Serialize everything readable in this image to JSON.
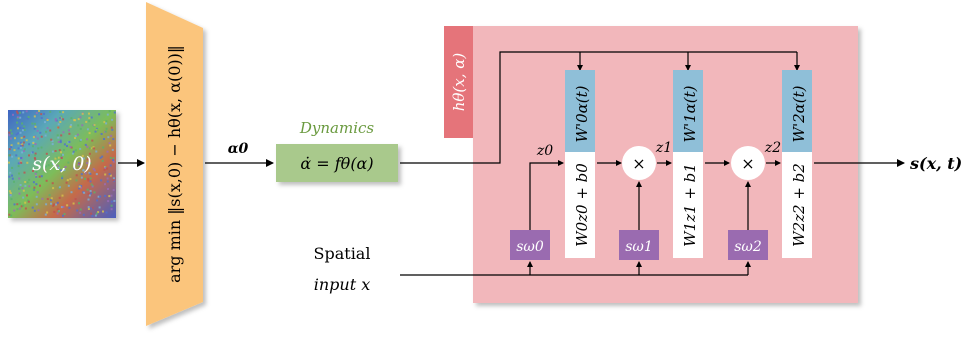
{
  "diagram": {
    "input_field": {
      "label": "s(x, 0)",
      "colors": [
        "#4f6fd0",
        "#59b36a",
        "#d8c44a",
        "#c0504d",
        "#7bb0d8",
        "#9a6bb8"
      ]
    },
    "encoder": {
      "text": "arg min ‖s(x,0) − hθ(x, α(0))‖",
      "color": "#fbc57c"
    },
    "alpha0_label": "α0",
    "dynamics": {
      "title": "Dynamics",
      "equation": "α̇ = fθ(α)",
      "title_color": "#6a9a3f",
      "box_color": "#a9c98c"
    },
    "network": {
      "label": "hθ(x, α)",
      "panel_color": "#f2b7bb",
      "label_color": "#e5747a",
      "layers": [
        {
          "z_in": "z0",
          "w_top": "W'0α(t)",
          "w_bottom": "W0z0 + b0",
          "spatial": "sω0"
        },
        {
          "z_in": "z1",
          "w_top": "W'1α(t)",
          "w_bottom": "W1z1 + b1",
          "spatial": "sω1"
        },
        {
          "z_in": "z2",
          "w_top": "W'2α(t)",
          "w_bottom": "W2z2 + b2",
          "spatial": "sω2"
        }
      ],
      "multiply_symbol": "×",
      "blue_color": "#8fbfd8",
      "purple_color": "#9a6bb0"
    },
    "spatial_input": {
      "line1": "Spatial",
      "line2": "input x"
    },
    "output_label": "s(x, t)"
  }
}
